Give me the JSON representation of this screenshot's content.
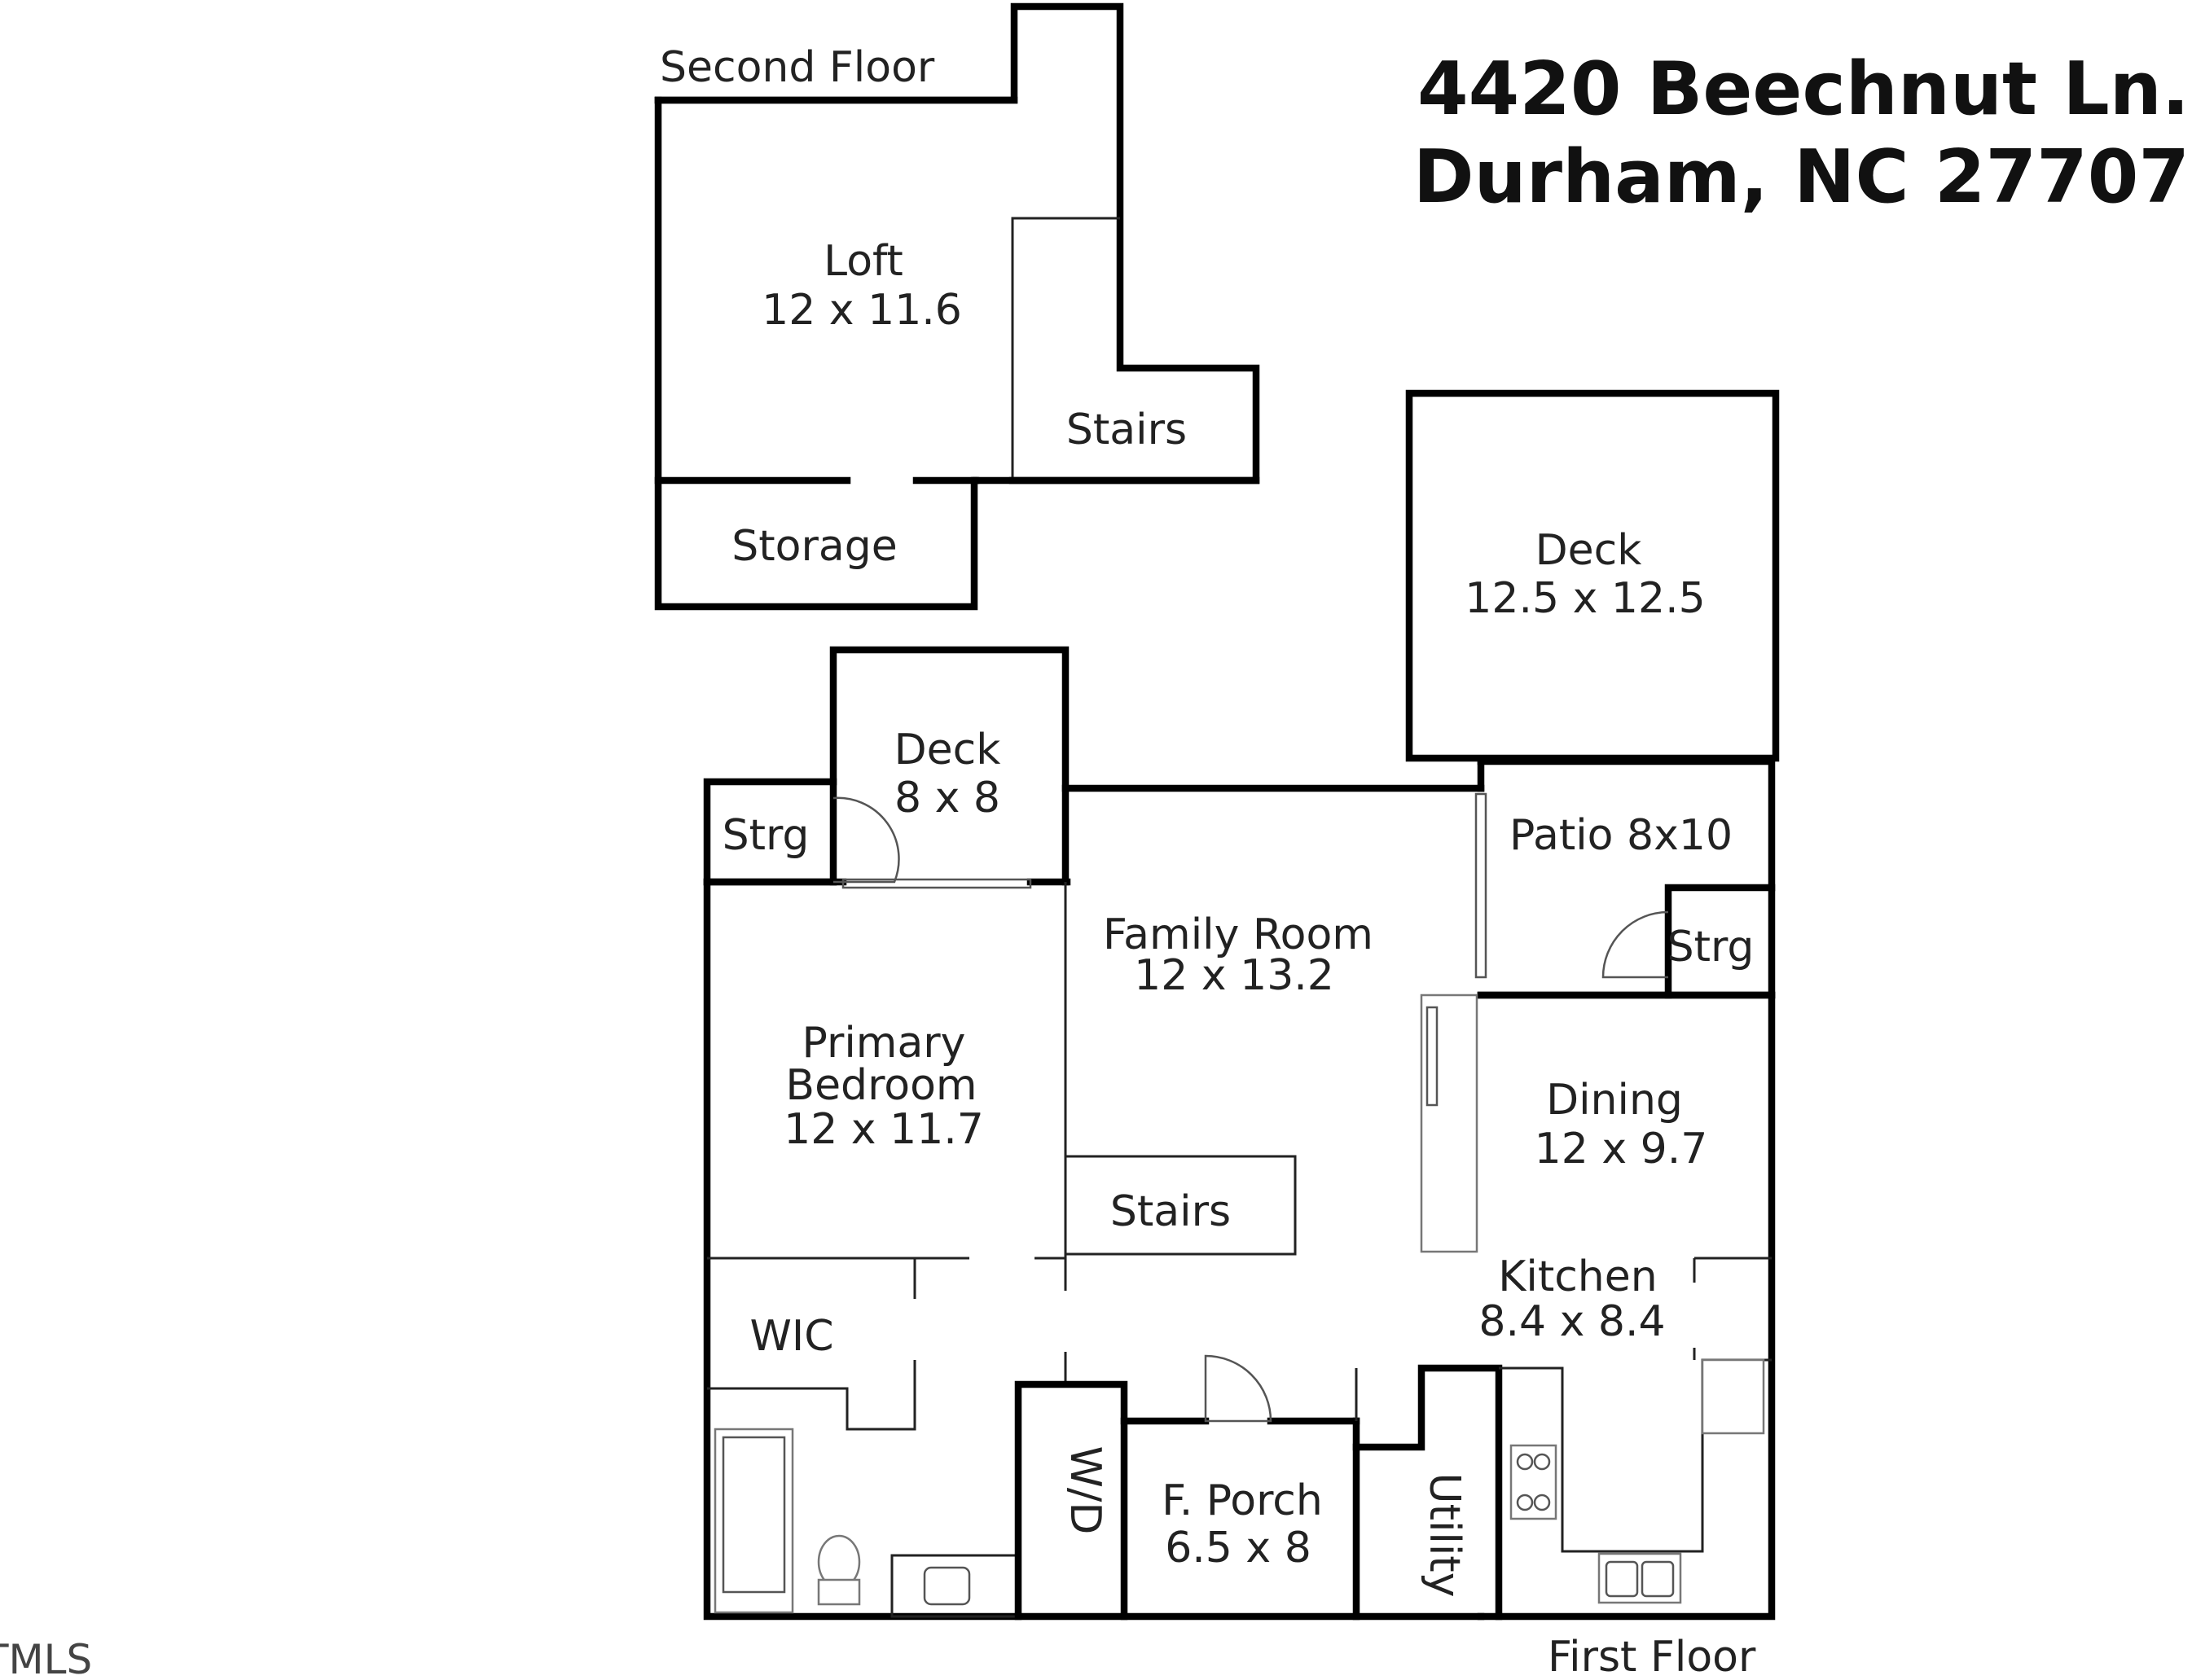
{
  "address": {
    "line1": "4420 Beechnut Ln.",
    "line2": "Durham, NC 27707"
  },
  "floors": {
    "second": "Second Floor",
    "first": "First Floor"
  },
  "rooms": {
    "loft": {
      "name": "Loft",
      "size": "12 x 11.6"
    },
    "stairs_upper": {
      "name": "Stairs"
    },
    "storage": {
      "name": "Storage"
    },
    "deck_large": {
      "name": "Deck",
      "size": "12.5 x 12.5"
    },
    "deck_small": {
      "name": "Deck",
      "size": "8 x 8"
    },
    "strg_left": {
      "name": "Strg"
    },
    "patio": {
      "name": "Patio 8x10"
    },
    "strg_right": {
      "name": "Strg"
    },
    "family_room": {
      "name": "Family Room",
      "size": "12 x 13.2"
    },
    "primary_bedroom": {
      "name_line1": "Primary",
      "name_line2": "Bedroom",
      "size": "12 x 11.7"
    },
    "stairs_lower": {
      "name": "Stairs"
    },
    "dining": {
      "name": "Dining",
      "size": "12 x 9.7"
    },
    "kitchen": {
      "name": "Kitchen",
      "size": "8.4 x 8.4"
    },
    "wic": {
      "name": "WIC"
    },
    "wd": {
      "name": "W/D"
    },
    "front_porch": {
      "name": "F. Porch",
      "size": "6.5 x 8"
    },
    "utility": {
      "name": "Utility"
    }
  },
  "watermark": "TMLS"
}
